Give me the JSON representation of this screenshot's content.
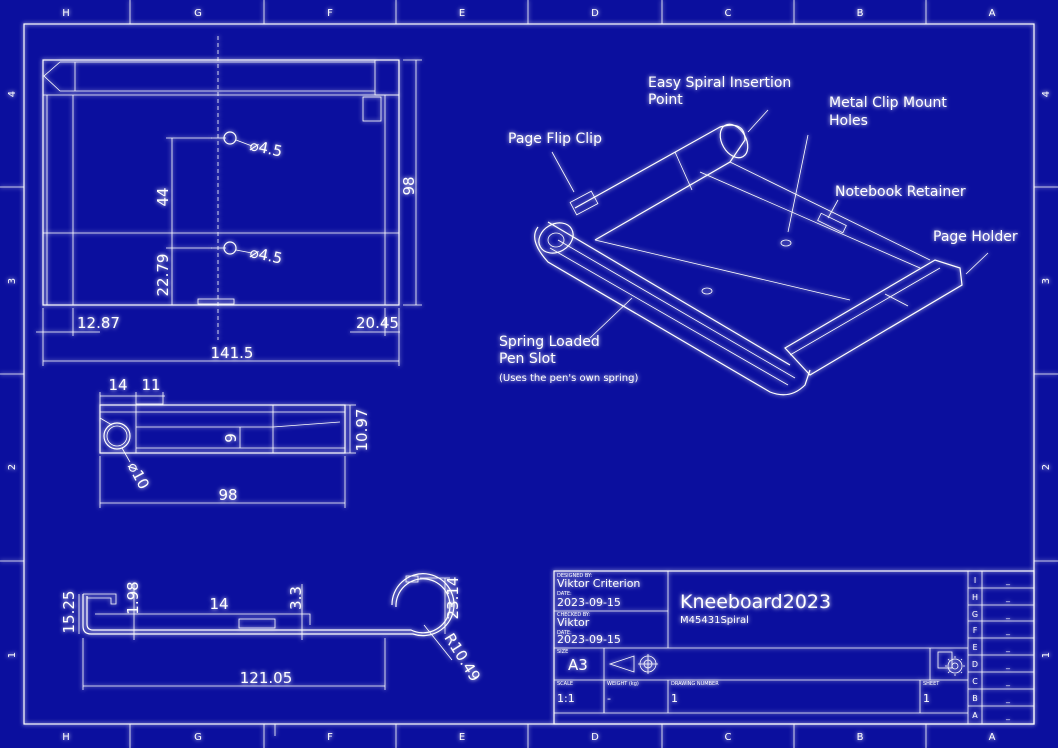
{
  "zones": {
    "columns": [
      "H",
      "G",
      "F",
      "E",
      "D",
      "C",
      "B",
      "A"
    ],
    "rows": [
      "4",
      "3",
      "2",
      "1"
    ]
  },
  "dimensions": {
    "top_view": {
      "hole_1": "⌀4.5",
      "hole_2": "⌀4.5",
      "spacing": "44",
      "hole_offset": "22.79",
      "height": "98",
      "left_inset": "12.87",
      "right_inset": "20.45",
      "width": "141.5"
    },
    "side_view": {
      "left_a": "14",
      "left_b": "11",
      "slot": "9",
      "height": "10.97",
      "diameter": "⌀10",
      "length": "98"
    },
    "profile_view": {
      "lip_height": "15.25",
      "lip_thickness": "1.98",
      "mid_width": "14",
      "mid_thickness": "3.3",
      "hook_height": "23.14",
      "radius": "R10.49",
      "length": "121.05"
    }
  },
  "callouts": {
    "easy_spiral": [
      "Easy Spiral Insertion",
      "Point"
    ],
    "metal_clip": [
      "Metal Clip Mount",
      "Holes"
    ],
    "page_flip": "Page Flip Clip",
    "notebook_retainer": "Notebook Retainer",
    "page_holder": "Page Holder",
    "spring_pen": [
      "Spring Loaded",
      "Pen Slot"
    ],
    "spring_note": "(Uses the pen's own spring)"
  },
  "title_block": {
    "designed_by_label": "DESIGNED BY:",
    "designed_by": "Viktor Criterion",
    "date_label_1": "DATE:",
    "date_1": "2023-09-15",
    "checked_by_label": "CHECKED BY:",
    "checked_by": "Viktor",
    "date_label_2": "DATE:",
    "date_2": "2023-09-15",
    "size_label": "SIZE",
    "size": "A3",
    "title": "Kneeboard2023",
    "subtitle": "M45431Spiral",
    "scale_label": "SCALE",
    "scale": "1:1",
    "weight_label": "WEIGHT (kg)",
    "weight": "-",
    "drawing_number_label": "DRAWING NUMBER",
    "drawing_number": "1",
    "sheet_label": "SHEET",
    "sheet": "1",
    "revisions": [
      "I",
      "H",
      "G",
      "F",
      "E",
      "D",
      "C",
      "B",
      "A"
    ],
    "revision_value": "_"
  },
  "colors": {
    "background": "#0b0f9e",
    "line": "#ffffff"
  }
}
